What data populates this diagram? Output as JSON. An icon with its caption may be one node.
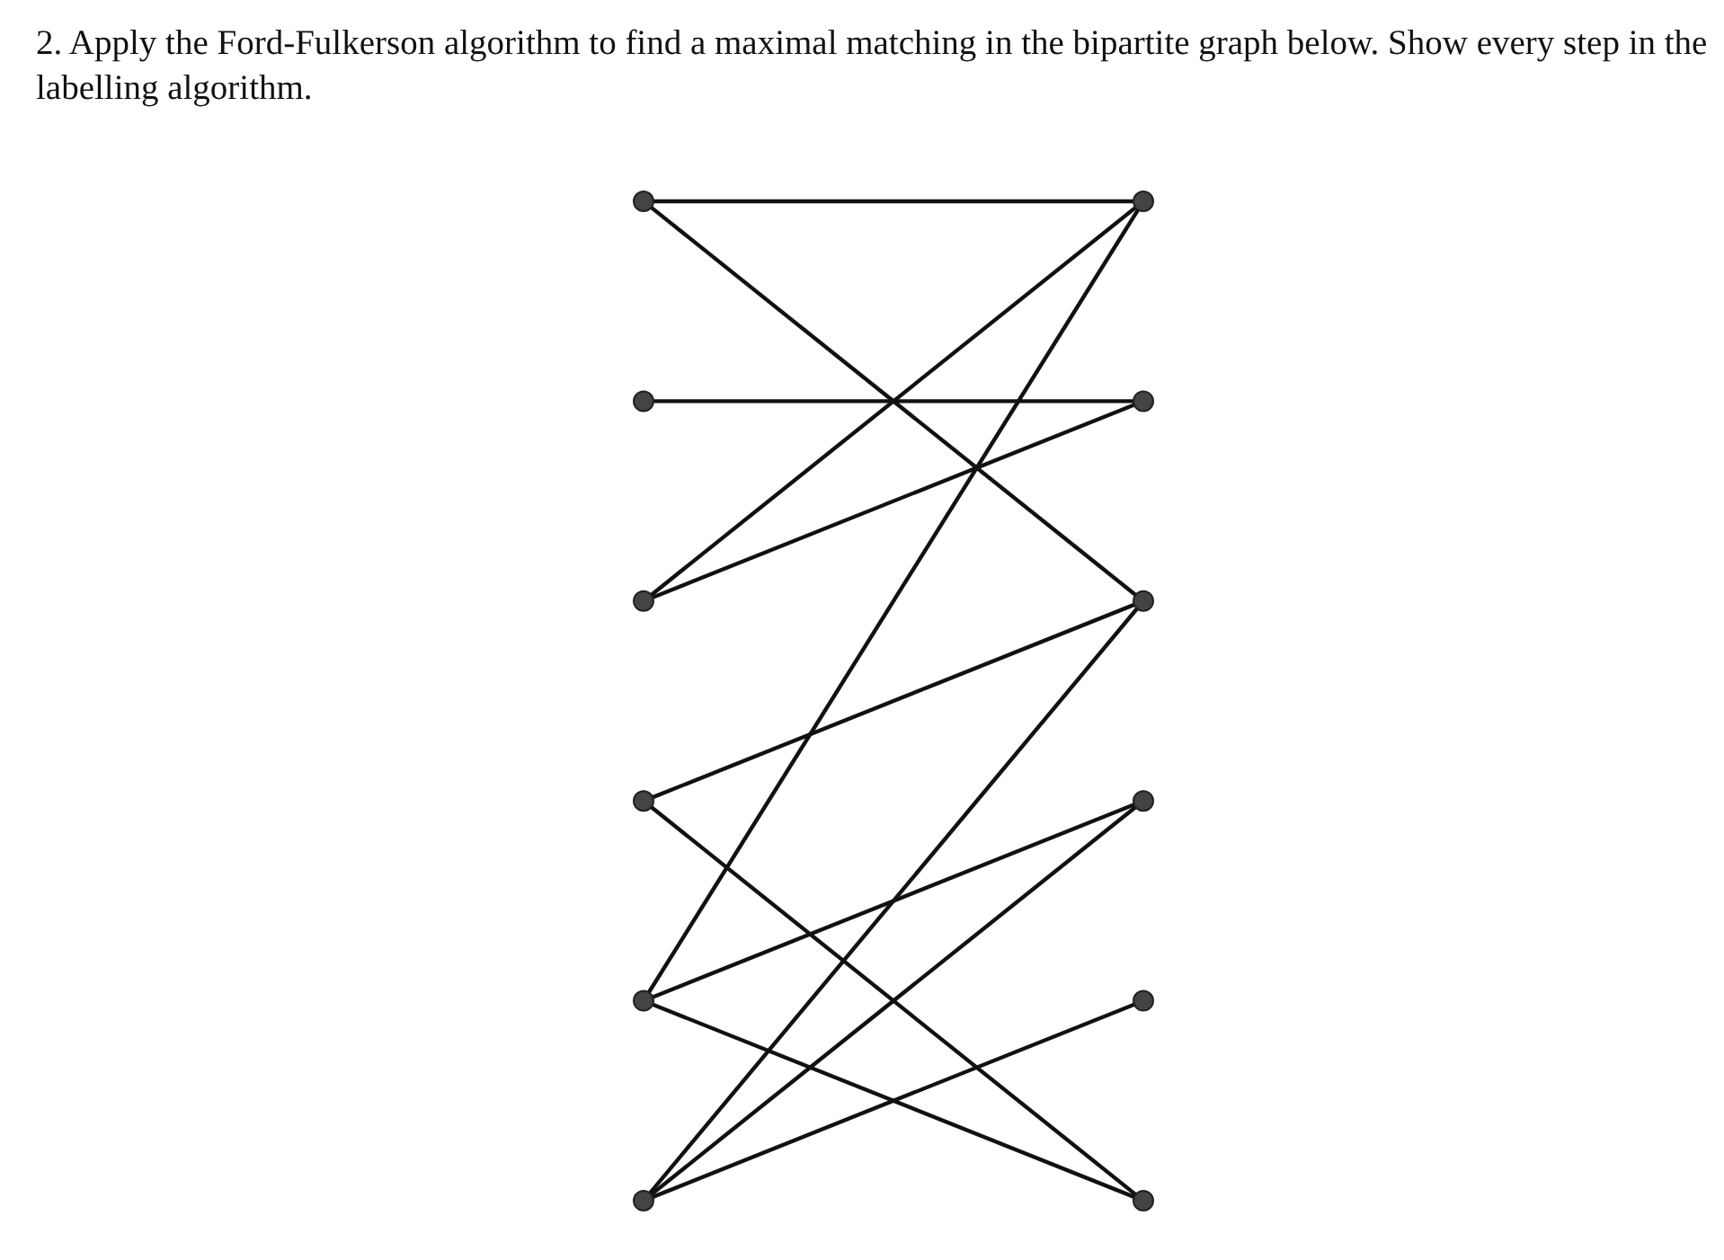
{
  "diagram": {
    "title": "2. Apply the Ford-Fulkerson algorithm to find a maximal matching in the bipartite graph below. Show every step in the labelling algorithm.",
    "nodes": [
      {
        "text": [],
        "shape": "circle"
      },
      {
        "text": [],
        "shape": "circle"
      },
      {
        "text": [],
        "shape": "circle"
      },
      {
        "text": [],
        "shape": "circle"
      },
      {
        "text": [],
        "shape": "circle"
      },
      {
        "text": [],
        "shape": "circle"
      },
      {
        "text": [],
        "shape": "circle"
      },
      {
        "text": [],
        "shape": "circle"
      },
      {
        "text": [],
        "shape": "circle"
      },
      {
        "text": [],
        "shape": "circle"
      },
      {
        "text": [],
        "shape": "circle"
      },
      {
        "text": [],
        "shape": "circle"
      }
    ],
    "edges": [
      {
        "from": 0,
        "to": 1,
        "arrow": "none"
      },
      {
        "from": 0,
        "to": 5,
        "arrow": "none"
      },
      {
        "from": 2,
        "to": 3,
        "arrow": "none"
      },
      {
        "from": 4,
        "to": 1,
        "arrow": "none"
      },
      {
        "from": 4,
        "to": 3,
        "arrow": "none"
      },
      {
        "from": 6,
        "to": 5,
        "arrow": "none"
      },
      {
        "from": 8,
        "to": 1,
        "arrow": "none"
      },
      {
        "from": 6,
        "to": 11,
        "arrow": "none"
      },
      {
        "from": 8,
        "to": 7,
        "arrow": "none"
      },
      {
        "from": 8,
        "to": 11,
        "arrow": "none"
      },
      {
        "from": 10,
        "to": 5,
        "arrow": "none"
      },
      {
        "from": 10,
        "to": 7,
        "arrow": "none"
      },
      {
        "from": 10,
        "to": 9,
        "arrow": "none"
      }
    ]
  }
}
